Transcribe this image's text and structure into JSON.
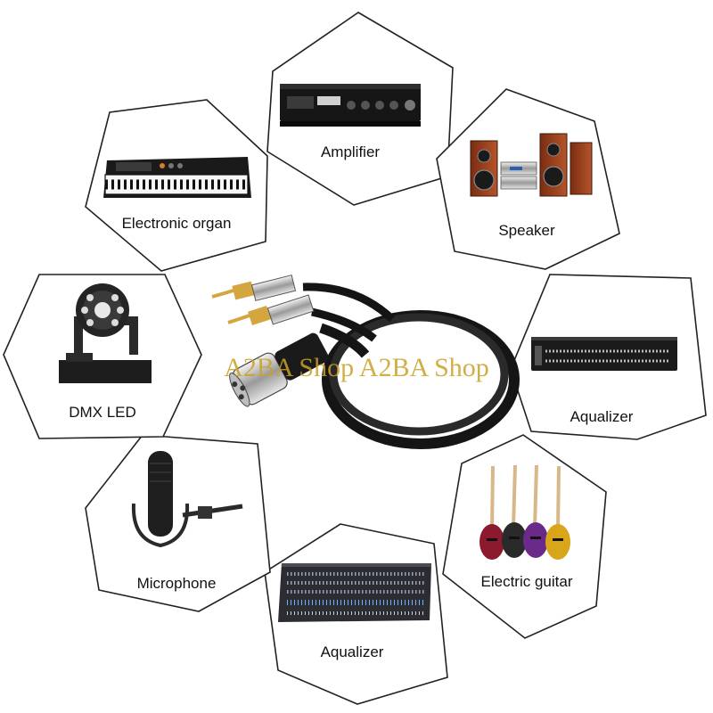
{
  "watermark": "A2BA Shop A2BA Shop",
  "tiles": [
    {
      "key": "amplifier",
      "label": "Amplifier",
      "icon": "amplifier-icon"
    },
    {
      "key": "speaker",
      "label": "Speaker",
      "icon": "speaker-icon"
    },
    {
      "key": "equalizer-rack",
      "label": "Aqualizer",
      "icon": "equalizer-rack-icon"
    },
    {
      "key": "electric-guitar",
      "label": "Electric guitar",
      "icon": "electric-guitar-icon"
    },
    {
      "key": "mixer",
      "label": "Aqualizer",
      "icon": "mixing-console-icon"
    },
    {
      "key": "microphone",
      "label": "Microphone",
      "icon": "microphone-icon"
    },
    {
      "key": "dmx-led",
      "label": "DMX LED",
      "icon": "moving-head-light-icon"
    },
    {
      "key": "electronic-organ",
      "label": "Electronic organ",
      "icon": "keyboard-synth-icon"
    }
  ],
  "center_product": {
    "icon": "xlr-to-dual-rca-cable-icon"
  },
  "colors": {
    "outline": "#222222",
    "cable": "#151515",
    "gold_tip": "#d4a640",
    "watermark": "#c9a227"
  }
}
